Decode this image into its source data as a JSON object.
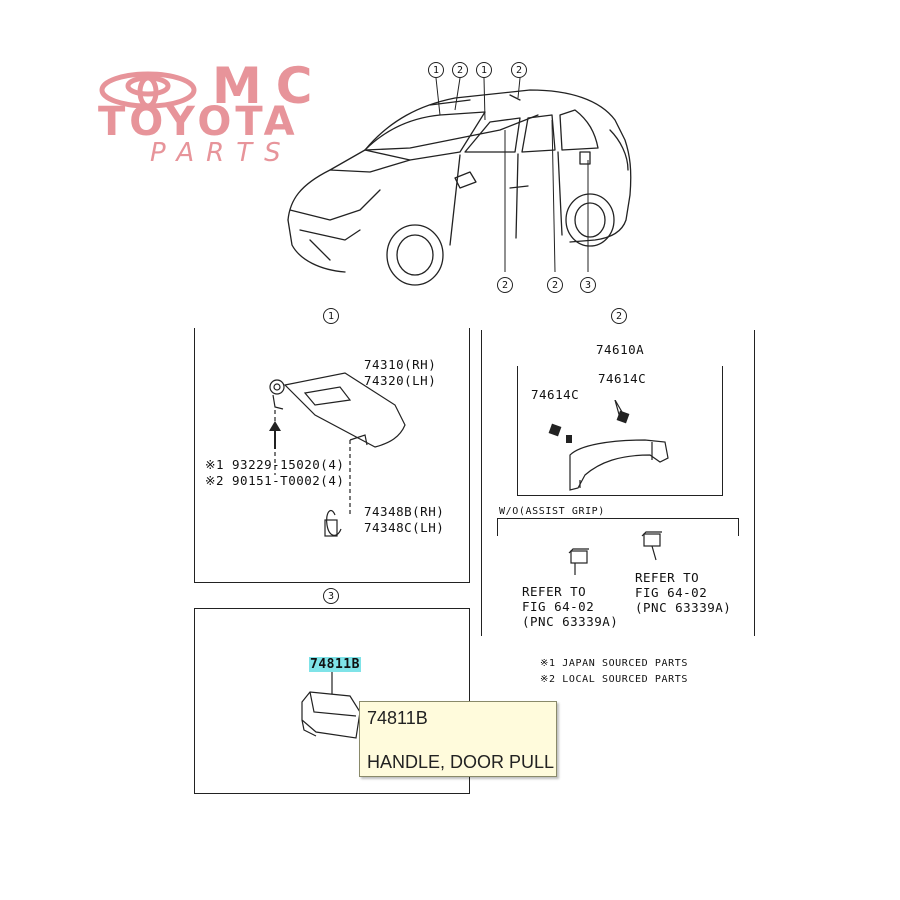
{
  "watermark": {
    "line1": "MC",
    "line2": "TOYOTA",
    "line3": "PARTS"
  },
  "callouts_top": [
    "1",
    "2",
    "1",
    "2"
  ],
  "callouts_bottom": [
    "2",
    "2",
    "3"
  ],
  "sections": {
    "s1": {
      "callout": "1",
      "labels": [
        "74310(RH)",
        "74320(LH)",
        "※1 93229-15020(4)",
        "※2 90151-T0002(4)",
        "74348B(RH)",
        "74348C(LH)"
      ]
    },
    "s2": {
      "callout": "2",
      "labels": [
        "74610A",
        "74614C",
        "74614C"
      ],
      "sub_header": "W/O(ASSIST GRIP)",
      "refer1": [
        "REFER TO",
        "FIG 64-02",
        "(PNC 63339A)"
      ],
      "refer2": [
        "REFER TO",
        "FIG 64-02",
        "(PNC 63339A)"
      ]
    },
    "s3": {
      "callout": "3",
      "part": "74811B"
    }
  },
  "notes": [
    "※1 JAPAN SOURCED PARTS",
    "※2 LOCAL SOURCED PARTS"
  ],
  "tooltip": {
    "code": "74811B",
    "name": "HANDLE, DOOR PULL"
  },
  "colors": {
    "watermark": "#e7949a",
    "highlight": "#7fe3e8",
    "tooltip_bg": "#fffbdc"
  }
}
